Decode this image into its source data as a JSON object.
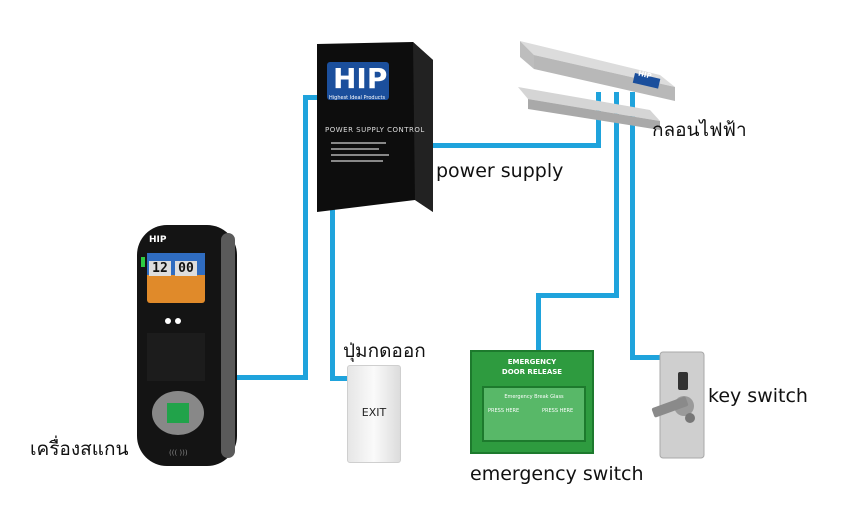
{
  "labels": {
    "scanner": "เครื่องสแกน",
    "power_supply": "power supply",
    "magnetic_lock": "กลอนไฟฟ้า",
    "exit_button": "ปุ่มกดออก",
    "emergency_switch": "emergency switch",
    "key_switch": "key switch"
  },
  "power_supply_box": {
    "brand": "HIP",
    "tagline": "Highest Ideal Products",
    "panel_title": "POWER SUPPLY CONTROL"
  },
  "lock": {
    "brand": "HIP"
  },
  "scanner_device": {
    "brand": "HIP",
    "clock": [
      "12",
      "00"
    ]
  },
  "exit_plate": {
    "text": "EXIT"
  },
  "emergency_box": {
    "title_line1": "EMERGENCY",
    "title_line2": "DOOR RELEASE",
    "glass_text": "Emergency Break Glass",
    "press_left": "PRESS HERE",
    "press_right": "PRESS HERE"
  },
  "colors": {
    "wire": "#1fa3dc",
    "emergency_green": "#2e9b3f"
  }
}
